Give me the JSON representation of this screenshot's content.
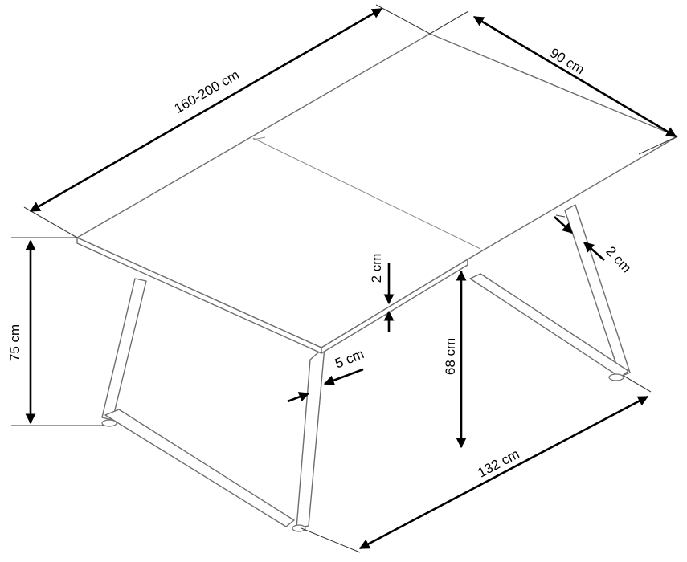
{
  "dimensions": {
    "length": "160-200 cm",
    "width": "90 cm",
    "height": "75 cm",
    "top_thickness": "2 cm",
    "leg_thickness": "2 cm",
    "leg_width": "5 cm",
    "clearance": "68 cm",
    "base_length": "132 cm"
  }
}
